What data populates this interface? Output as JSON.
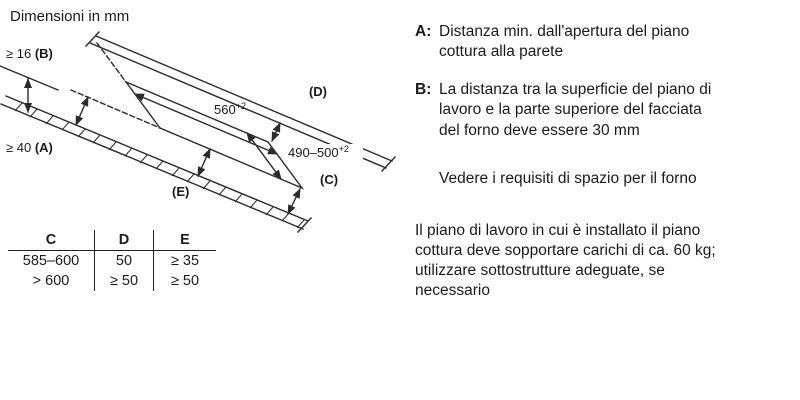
{
  "title": "Dimensioni in mm",
  "diagram": {
    "labels": {
      "b_value": "≥ 16 ",
      "b_letter": "(B)",
      "a_value": "≥ 40 ",
      "a_letter": "(A)",
      "d_letter": "(D)",
      "c_letter": "(C)",
      "e_letter": "(E)",
      "width_value": "560",
      "width_sup": "+2",
      "depth_value": "490–500",
      "depth_sup": "+2"
    }
  },
  "table": {
    "headers": [
      "C",
      "D",
      "E"
    ],
    "rows": [
      [
        "585–600",
        "50",
        "≥ 35"
      ],
      [
        "> 600",
        "≥ 50",
        "≥ 50"
      ]
    ]
  },
  "notes": {
    "a_label": "A:",
    "a_text": "Distanza min. dall'apertura del piano\ncottura alla parete",
    "b_label": "B:",
    "b_text": "La distanza tra la superficie del piano di\nlavoro e la parte superiore del facciata\ndel forno deve essere 30 mm",
    "spacer_note": "Vedere i requisiti di spazio per il forno",
    "load_note": "Il piano di lavoro in cui è installato il piano\ncottura deve sopportare carichi di ca. 60 kg;\nutilizzare sottostrutture adeguate, se\nnecessario"
  }
}
